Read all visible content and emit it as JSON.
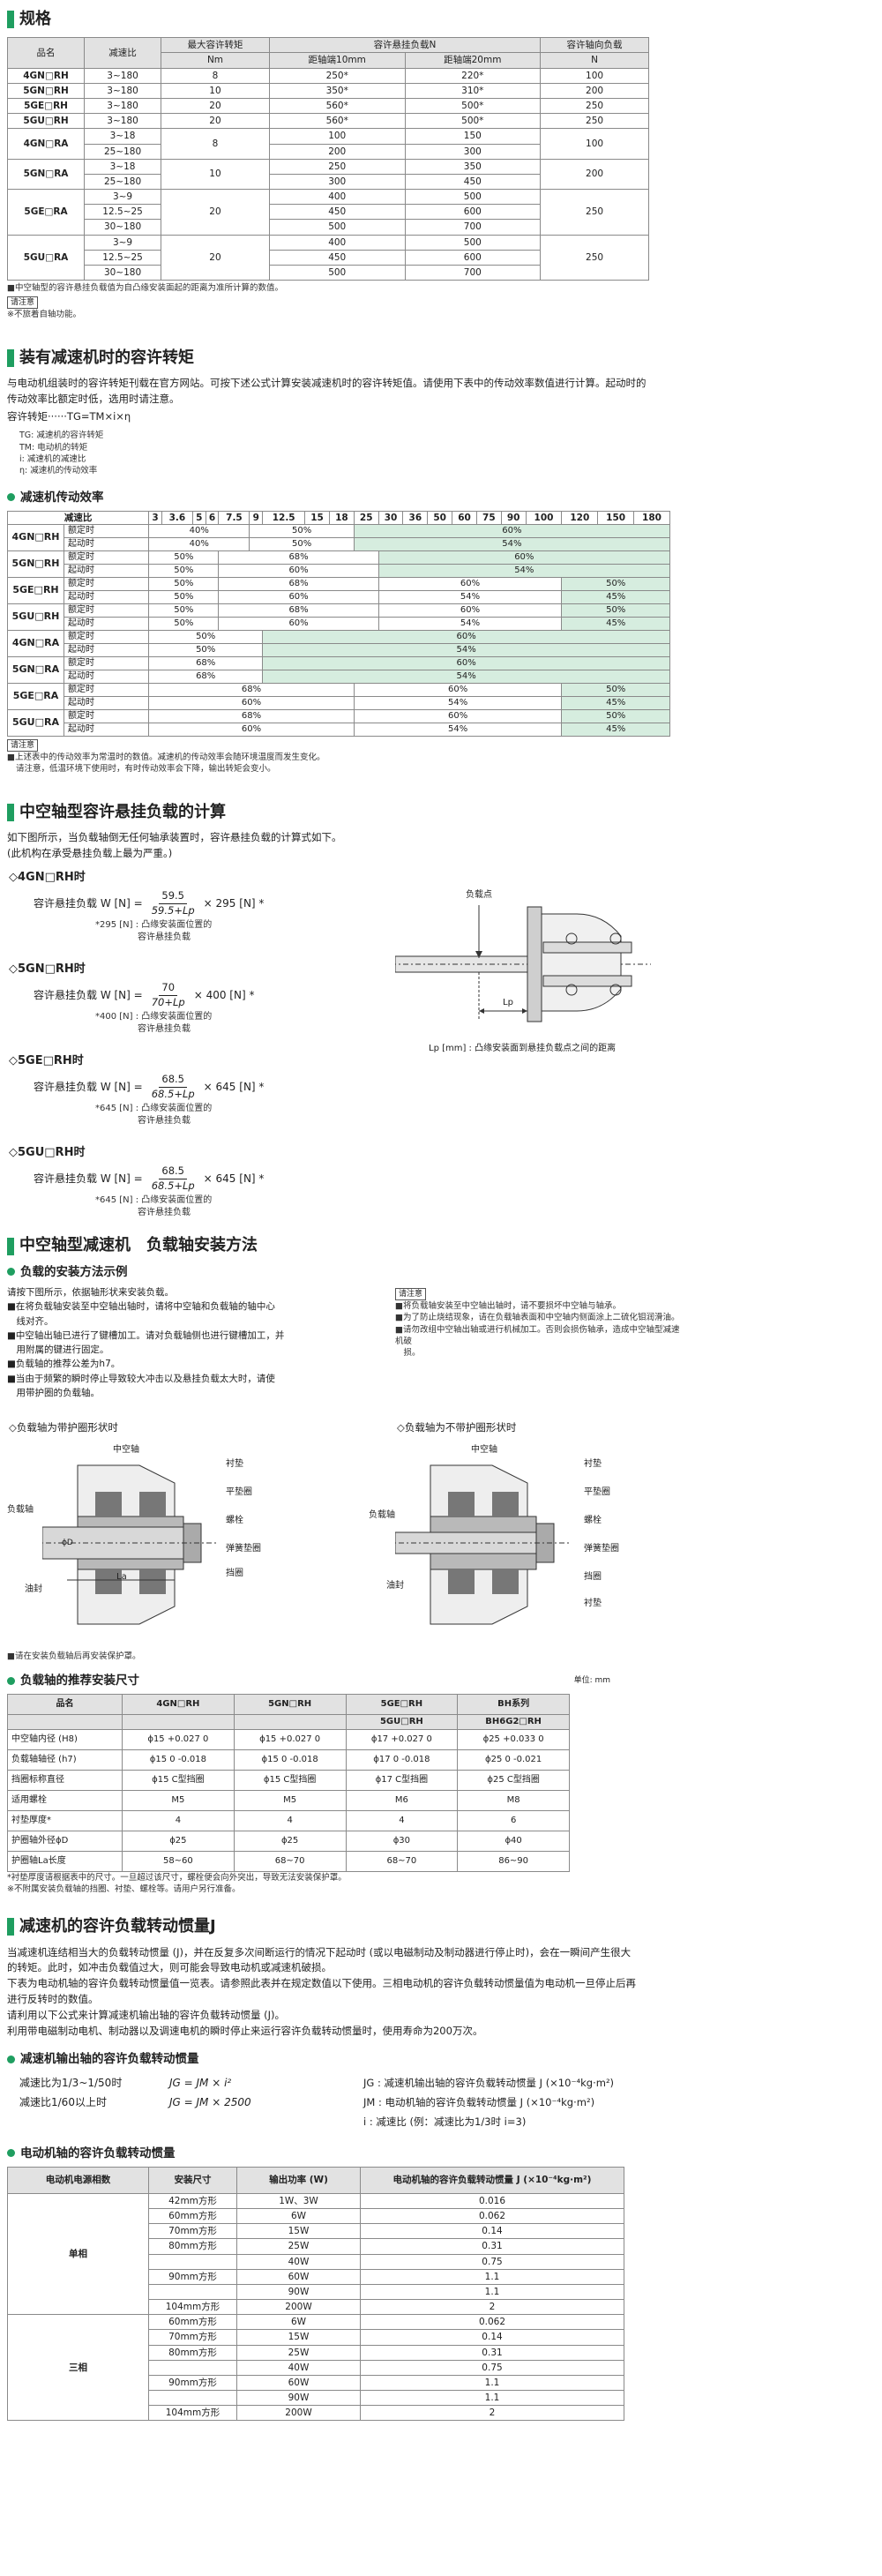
{
  "spec": {
    "title": "规格",
    "headers": [
      "品名",
      "减速比",
      "最大容许转矩",
      "容许悬挂负载N",
      "容许轴向负载",
      "Nm",
      "距轴端10mm",
      "距轴端20mm",
      "N"
    ],
    "rows": [
      [
        "4GN□RH",
        "3~180",
        "8",
        "250*",
        "220*",
        "100"
      ],
      [
        "5GN□RH",
        "3~180",
        "10",
        "350*",
        "310*",
        "200"
      ],
      [
        "5GE□RH",
        "3~180",
        "20",
        "560*",
        "500*",
        "250"
      ],
      [
        "5GU□RH",
        "3~180",
        "20",
        "560*",
        "500*",
        "250"
      ]
    ],
    "ra": [
      {
        "name": "4GN□RA",
        "tq": "8",
        "ax": "100",
        "rows": [
          [
            "3~18",
            "100",
            "150"
          ],
          [
            "25~180",
            "200",
            "300"
          ]
        ]
      },
      {
        "name": "5GN□RA",
        "tq": "10",
        "ax": "200",
        "rows": [
          [
            "3~18",
            "250",
            "350"
          ],
          [
            "25~180",
            "300",
            "450"
          ]
        ]
      },
      {
        "name": "5GE□RA",
        "tq": "20",
        "ax": "250",
        "rows": [
          [
            "3~9",
            "400",
            "500"
          ],
          [
            "12.5~25",
            "450",
            "600"
          ],
          [
            "30~180",
            "500",
            "700"
          ]
        ]
      },
      {
        "name": "5GU□RA",
        "tq": "20",
        "ax": "250",
        "rows": [
          [
            "3~9",
            "400",
            "500"
          ],
          [
            "12.5~25",
            "450",
            "600"
          ],
          [
            "30~180",
            "500",
            "700"
          ]
        ]
      }
    ],
    "note1": "■中空轴型的容许悬挂负载值为自凸缘安装面起的距离为准所计算的数值。",
    "tag": "请注意",
    "note2": "※不旅着自轴功能。"
  },
  "torque": {
    "title": "装有减速机时的容许转矩",
    "p1": "与电动机组装时的容许转矩刊载在官方网站。可按下述公式计算安装减速机时的容许转矩值。请使用下表中的传动效率数值进行计算。起动时的",
    "p2": "传动效率比额定时低，选用时请注意。",
    "formula": "容许转矩······TG=TM×i×η",
    "defs": [
      "TG: 减速机的容许转矩",
      "TM: 电动机的转矩",
      "i: 减速机的减速比",
      "η: 减速机的传动效率"
    ]
  },
  "eff": {
    "title": "减速机传动效率",
    "corner": "减速比",
    "ratios": [
      "3",
      "3.6",
      "5",
      "6",
      "7.5",
      "9",
      "12.5",
      "15",
      "18",
      "25",
      "30",
      "36",
      "50",
      "60",
      "75",
      "90",
      "100",
      "120",
      "150",
      "180"
    ],
    "rated": "额定时",
    "start": "起动时",
    "notes": [
      "■上述表中的传动效率为常温时的数值。减速机的传动效率会随环境温度而发生变化。",
      "请注意，低温环境下使用时，有时传动效率会下降，输出转矩会变小。"
    ],
    "tag": "请注意"
  },
  "hang": {
    "title": "中空轴型容许悬挂负载的计算",
    "p1": "如下图所示，当负载轴倒无任何轴承装置时，容许悬挂负载的计算式如下。",
    "p2": "(此机构在承受悬挂负载上最为严重。)",
    "items": [
      {
        "h": "◇4GN□RH时",
        "num": "59.5",
        "den": "59.5+Lp",
        "mul": "× 295 [N] *",
        "note": "*295 [N] : 凸缘安装面位置的",
        "note2": "容许悬挂负载"
      },
      {
        "h": "◇5GN□RH时",
        "num": "70",
        "den": "70+Lp",
        "mul": "× 400 [N] *",
        "note": "*400 [N] : 凸缘安装面位置的",
        "note2": "容许悬挂负载"
      },
      {
        "h": "◇5GE□RH时",
        "num": "68.5",
        "den": "68.5+Lp",
        "mul": "× 645 [N] *",
        "note": "*645 [N] : 凸缘安装面位置的",
        "note2": "容许悬挂负载"
      },
      {
        "h": "◇5GU□RH时",
        "num": "68.5",
        "den": "68.5+Lp",
        "mul": "× 645 [N] *",
        "note": "*645 [N] : 凸缘安装面位置的",
        "note2": "容许悬挂负载"
      }
    ],
    "lhs": "容许悬挂负载  W [N] =",
    "fig_label": "负载点",
    "fig_lp": "Lp",
    "fig_cap": "Lp [mm] : 凸缘安装面到悬挂负载点之间的距离"
  },
  "install": {
    "title": "中空轴型减速机　负载轴安装方法",
    "sub1": "负载的安装方法示例",
    "left": [
      "请按下图所示，依据轴形状来安装负载。",
      "■在将负载轴安装至中空轴出轴时，请将中空轴和负载轴的轴中心",
      "　线对齐。",
      "■中空轴出轴已进行了键槽加工。请对负载轴侧也进行键槽加工，并",
      "　用附属的键进行固定。",
      "■负载轴的推荐公差为h7。",
      "■当由于频繁的瞬时停止导致较大冲击以及悬挂负载太大时，请使",
      "　用带护圈的负载轴。"
    ],
    "rtag": "请注意",
    "right": [
      "■将负载轴安装至中空轴出轴时，请不要损坏中空轴与轴承。",
      "■为了防止烧结现象，请在负载轴表面和中空轴内侧面涂上二硫化钼润滑油。",
      "■请勿改组中空轴出轴或进行机械加工。否则会损伤轴承，造成中空轴型减速机破",
      "　损。"
    ],
    "d1": "◇负载轴为带护圈形状时",
    "d2": "◇负载轴为不带护圈形状时",
    "lbl": {
      "hollow": "中空轴",
      "washer": "衬垫",
      "flatwasher": "平垫圈",
      "bolt": "螺栓",
      "spring": "弹簧垫圈",
      "ring": "挡圈",
      "load": "负载轴",
      "seal": "油封",
      "la": "La",
      "phi": "ϕD"
    },
    "dnote": "■请在安装负载轴后再安装保护罩。"
  },
  "rec": {
    "title": "负载轴的推荐安装尺寸",
    "unit": "单位: mm",
    "h": [
      "品名",
      "4GN□RH",
      "5GN□RH",
      "5GE□RH",
      "BH系列"
    ],
    "h2": [
      "",
      "",
      "",
      "5GU□RH",
      "BH6G2□RH"
    ],
    "rows": [
      [
        "中空轴内径 (H8)",
        "ϕ15 +0.027 0",
        "ϕ15 +0.027 0",
        "ϕ17 +0.027 0",
        "ϕ25 +0.033 0"
      ],
      [
        "负载轴轴径 (h7)",
        "ϕ15 0 -0.018",
        "ϕ15 0 -0.018",
        "ϕ17 0 -0.018",
        "ϕ25 0 -0.021"
      ],
      [
        "挡圈标称直径",
        "ϕ15 C型挡圈",
        "ϕ15 C型挡圈",
        "ϕ17 C型挡圈",
        "ϕ25 C型挡圈"
      ],
      [
        "适用螺栓",
        "M5",
        "M5",
        "M6",
        "M8"
      ],
      [
        "衬垫厚度*",
        "4",
        "4",
        "4",
        "6"
      ],
      [
        "护圈轴外径ϕD",
        "ϕ25",
        "ϕ25",
        "ϕ30",
        "ϕ40"
      ],
      [
        "护圈轴La长度",
        "58~60",
        "68~70",
        "68~70",
        "86~90"
      ]
    ],
    "n1": "*衬垫厚度请根据表中的尺寸。一旦超过该尺寸，螺栓便会向外突出，导致无法安装保护罩。",
    "n2": "※不附属安装负载轴的挡圈、衬垫、螺栓等。请用户另行准备。"
  },
  "inertia": {
    "title": "减速机的容许负载转动惯量J",
    "p": [
      "当减速机连结相当大的负载转动惯量 (J)，并在反复多次间断运行的情况下起动时 (或以电磁制动及制动器进行停止时)，会在一瞬间产生很大",
      "的转矩。此时，如冲击负载值过大，则可能会导致电动机或减速机破损。",
      "下表为电动机轴的容许负载转动惯量值一览表。请参照此表并在规定数值以下使用。三相电动机的容许负载转动惯量值为电动机一旦停止后再",
      "进行反转时的数值。",
      "请利用以下公式来计算减速机输出轴的容许负载转动惯量 (J)。",
      "利用带电磁制动电机、制动器以及调速电机的瞬时停止来运行容许负载转动惯量时，使用寿命为200万次。"
    ],
    "sub1": "减速机输出轴的容许负载转动惯量",
    "f1a": "减速比为1/3~1/50时",
    "f1b": "JG = JM × i²",
    "f2a": "减速比1/60以上时",
    "f2b": "JG = JM × 2500",
    "d1": "JG : 减速机输出轴的容许负载转动惯量 J (×10⁻⁴kg·m²)",
    "d2": "JM : 电动机轴的容许负载转动惯量 J (×10⁻⁴kg·m²)",
    "d3": "i   : 减速比 (例：减速比为1/3时 i=3)",
    "sub2": "电动机轴的容许负载转动惯量",
    "th": [
      "电动机电源相数",
      "安装尺寸",
      "输出功率 (W)",
      "电动机轴的容许负载转动惯量",
      "J (×10⁻⁴kg·m²)"
    ],
    "single": "单相",
    "three": "三相",
    "rows1": [
      [
        "42mm方形",
        "1W、3W",
        "0.016"
      ],
      [
        "60mm方形",
        "6W",
        "0.062"
      ],
      [
        "70mm方形",
        "15W",
        "0.14"
      ],
      [
        "80mm方形",
        "25W",
        "0.31"
      ],
      [
        "",
        "40W",
        "0.75"
      ],
      [
        "90mm方形",
        "60W",
        "1.1"
      ],
      [
        "",
        "90W",
        "1.1"
      ],
      [
        "104mm方形",
        "200W",
        "2"
      ]
    ],
    "rows3": [
      [
        "60mm方形",
        "6W",
        "0.062"
      ],
      [
        "70mm方形",
        "15W",
        "0.14"
      ],
      [
        "80mm方形",
        "25W",
        "0.31"
      ],
      [
        "",
        "40W",
        "0.75"
      ],
      [
        "90mm方形",
        "60W",
        "1.1"
      ],
      [
        "",
        "90W",
        "1.1"
      ],
      [
        "104mm方形",
        "200W",
        "2"
      ]
    ]
  }
}
